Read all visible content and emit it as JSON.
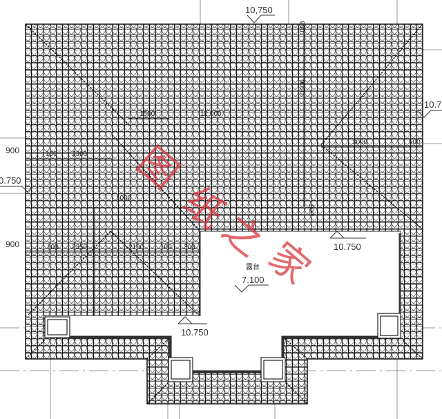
{
  "drawing": {
    "levels": {
      "top": "10,750",
      "right": "10.7",
      "left": "0.750",
      "terrace_edge": "10.750",
      "lower_left": "10.750",
      "terrace": "7.100"
    },
    "terrace_label": "露台",
    "dimensions": {
      "top_vertical": "900",
      "center_vertical": "9000",
      "center_vertical_lower": "900",
      "left_upper": "900",
      "left_upper_a": "100",
      "left_upper_b": "2300",
      "left_lower": "900",
      "left_lower_a": "100",
      "left_lower_b": "2350",
      "left_lower_c": "2100",
      "left_lower_d": "100",
      "left_lower_e": "300",
      "right_a": "3000",
      "right_b": "900",
      "upper_mid_a": "1500",
      "upper_mid_b": "12.000",
      "mid_small": "1000"
    },
    "watermark": [
      "图",
      "纸",
      "之",
      "家"
    ],
    "colors": {
      "line": "#111111",
      "watermark": "#d9363e"
    }
  }
}
